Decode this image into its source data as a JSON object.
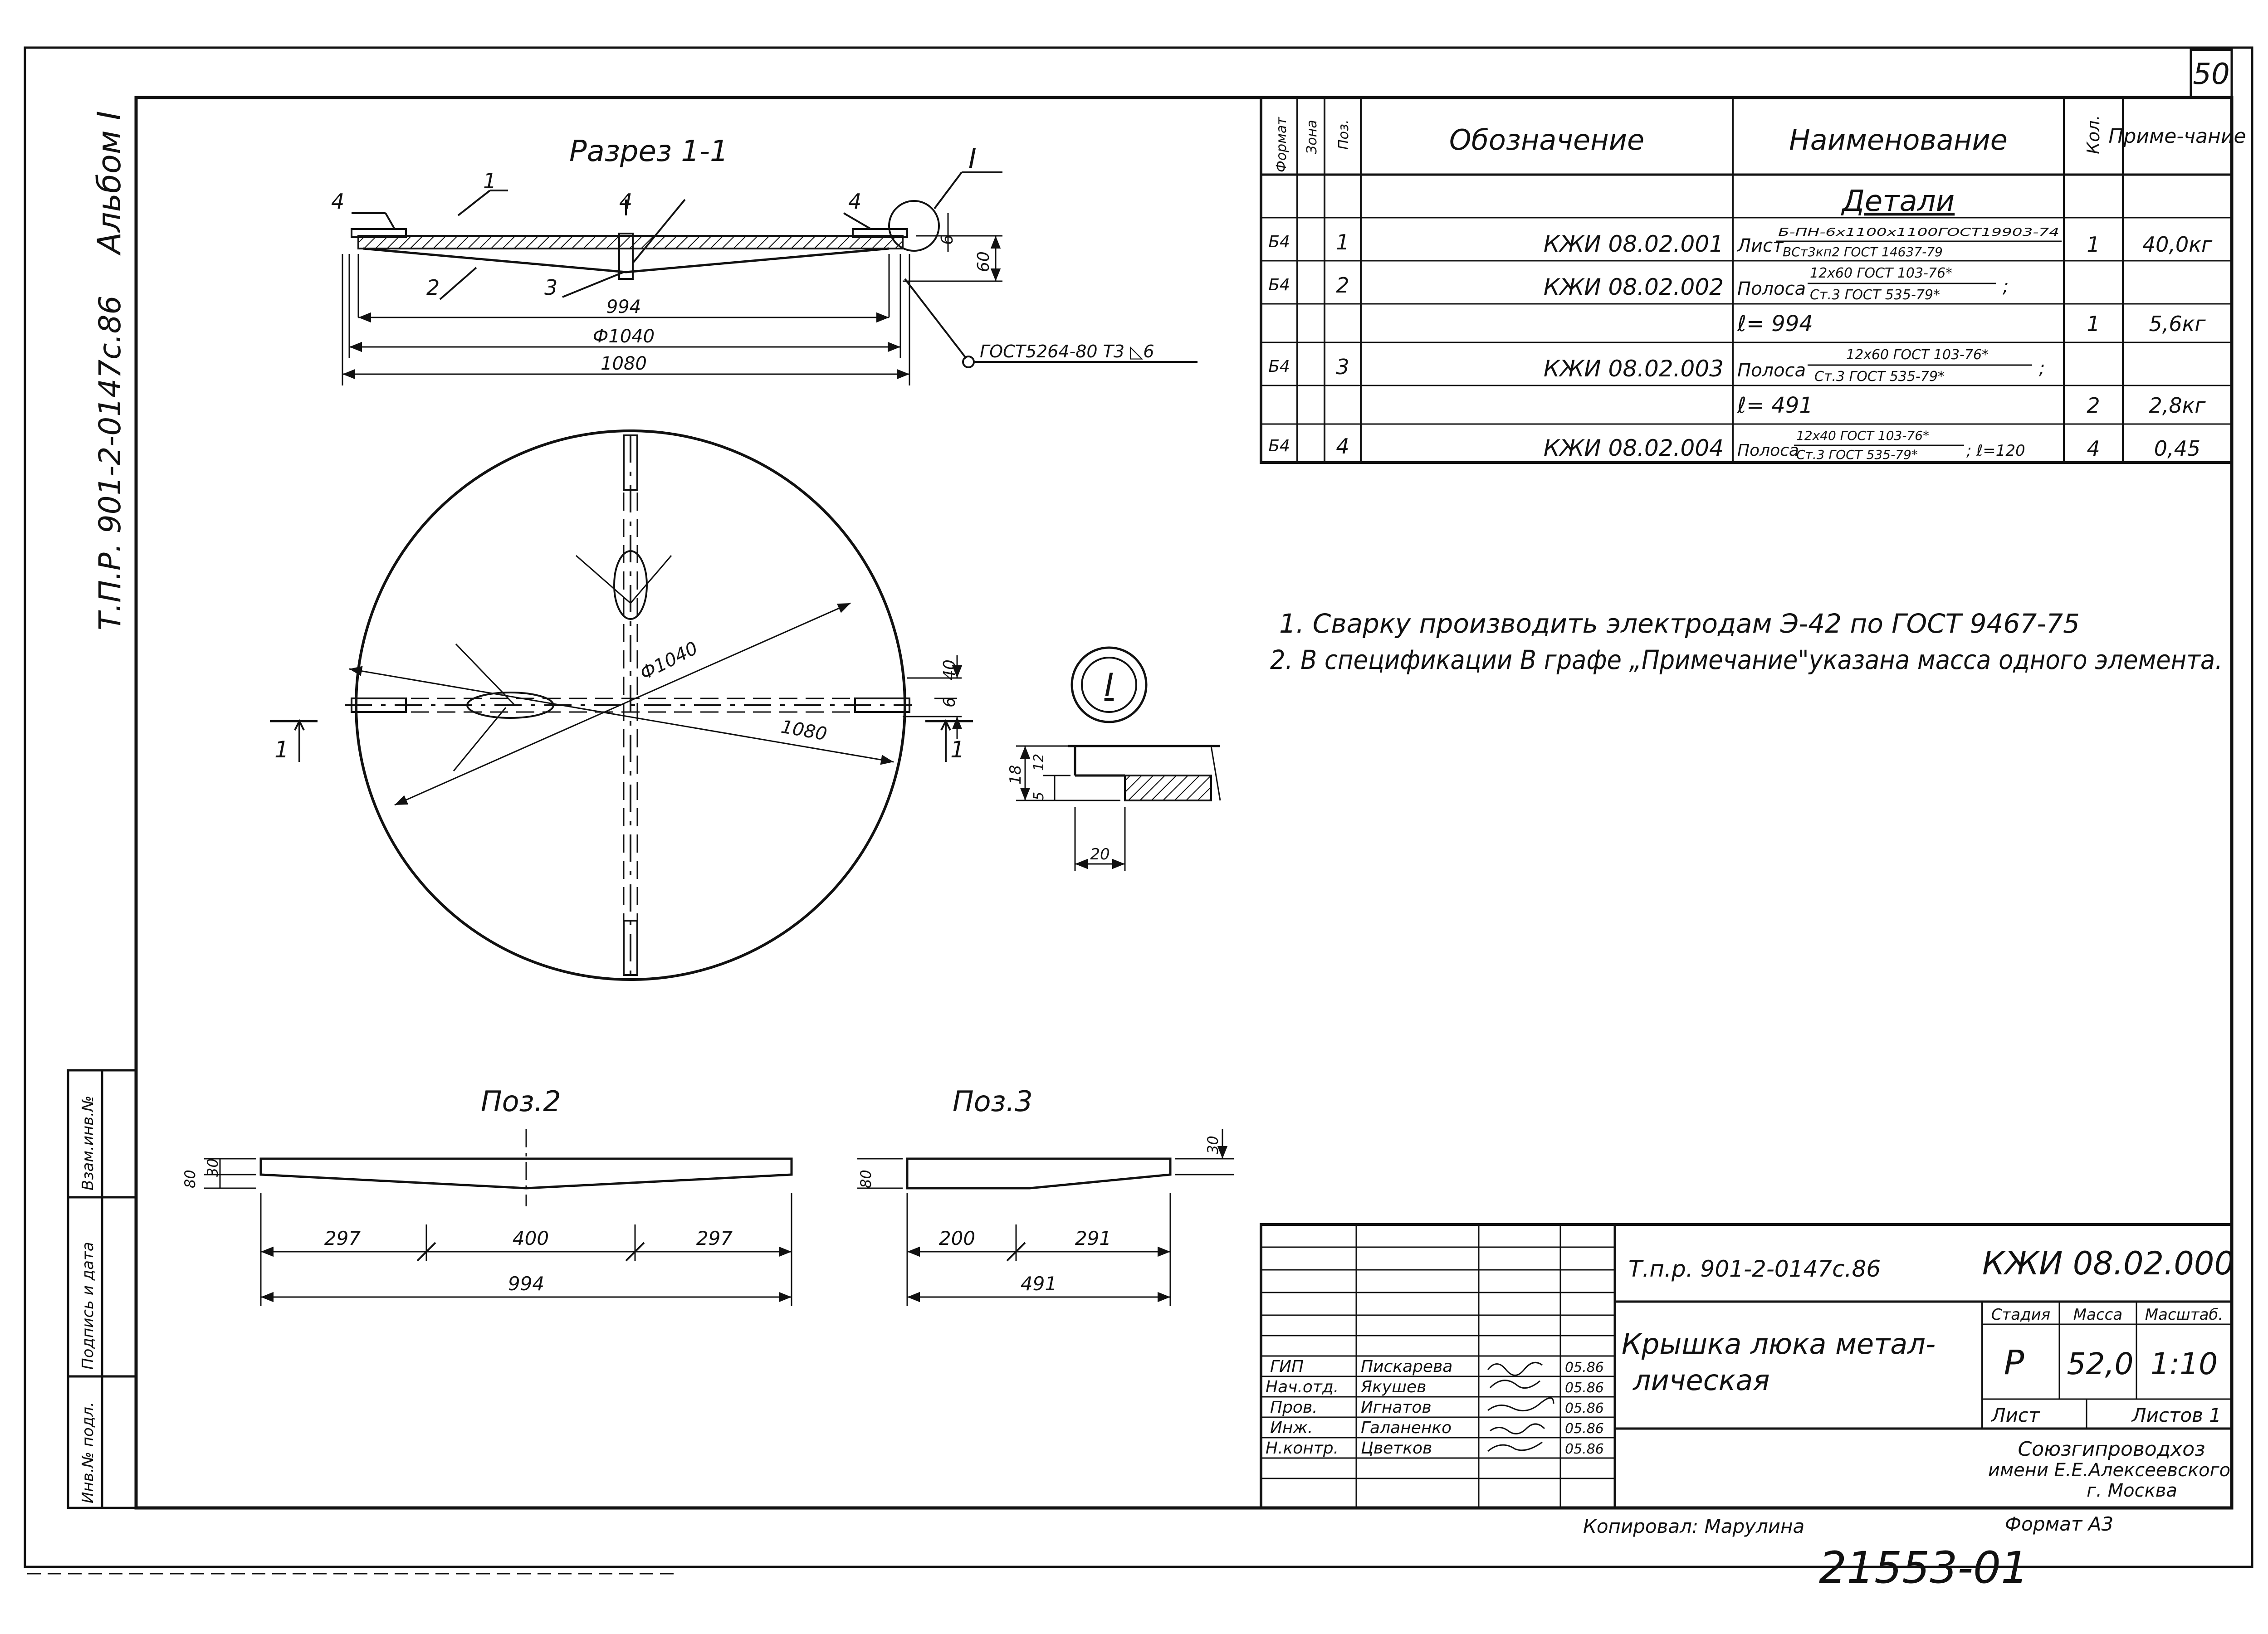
{
  "sheet_number": "50",
  "margin": {
    "album": "Альбом I",
    "project": "Т.П.Р. 901-2-0147с.86",
    "stamp": [
      "Инв.№ подл.",
      "Подпись и дата",
      "Взам.инв.№"
    ]
  },
  "section": {
    "title": "Разрез 1-1",
    "labels": [
      "1",
      "2",
      "3",
      "4"
    ],
    "callout": "I",
    "dims": {
      "inner": "994",
      "dia": "Ф1040",
      "outer": "1080",
      "h60": "60",
      "h6": "6"
    },
    "weld": "ГОСТ5264-80 Т3 ◺6"
  },
  "plan": {
    "dia": "Ф1040",
    "outer": "1080",
    "d40": "40",
    "d6": "6",
    "cut": "1"
  },
  "detail": {
    "title": "I",
    "d18": "18",
    "d5": "5",
    "d12": "12",
    "d20": "20"
  },
  "pos2": {
    "title": "Поз.2",
    "h80": "80",
    "h30": "30",
    "dims": [
      "297",
      "400",
      "297"
    ],
    "total": "994"
  },
  "pos3": {
    "title": "Поз.3",
    "h80": "80",
    "h30": "30",
    "dims": [
      "200",
      "291"
    ],
    "total": "491"
  },
  "spec": {
    "headers": {
      "format": "Формат",
      "zone": "Зона",
      "pos": "Поз.",
      "designation": "Обозначение",
      "name": "Наименование",
      "qty": "Кол.",
      "note": "Приме-чание"
    },
    "section_title": "Детали",
    "rows": [
      {
        "format": "Б4",
        "pos": "1",
        "designation": "КЖИ 08.02.001",
        "prefix": "Лист",
        "top": "Б-ПН-6х1100х1100ГОСТ19903-74",
        "bottom": "ВСт3кп2 ГОСТ 14637-79",
        "qty": "1",
        "note": "40,0кг"
      },
      {
        "format": "Б4",
        "pos": "2",
        "designation": "КЖИ 08.02.002",
        "prefix": "Полоса",
        "top": "12х60 ГОСТ 103-76*",
        "bottom": "Ст.3 ГОСТ 535-79*",
        "qty": "",
        "note": ""
      },
      {
        "format": "",
        "pos": "",
        "designation": "",
        "prefix": "ℓ= 994",
        "top": "",
        "bottom": "",
        "qty": "1",
        "note": "5,6кг"
      },
      {
        "format": "Б4",
        "pos": "3",
        "designation": "КЖИ 08.02.003",
        "prefix": "Полоса",
        "top": "12х60 ГОСТ 103-76*",
        "bottom": "Ст.3 ГОСТ 535-79*",
        "qty": "",
        "note": ""
      },
      {
        "format": "",
        "pos": "",
        "designation": "",
        "prefix": "ℓ= 491",
        "top": "",
        "bottom": "",
        "qty": "2",
        "note": "2,8кг"
      },
      {
        "format": "Б4",
        "pos": "4",
        "designation": "КЖИ 08.02.004",
        "prefix": "Полоса",
        "top": "12х40 ГОСТ 103-76*",
        "bottom": "Ст.3 ГОСТ 535-79*",
        "suffix": "; ℓ=120",
        "qty": "4",
        "note": "0,45"
      }
    ]
  },
  "notes": [
    "1. Сварку производить электродам Э-42 по ГОСТ 9467-75",
    "2. В спецификации В графе „Примечание\"указана масса одного элемента."
  ],
  "title_block": {
    "project": "Т.п.р. 901-2-0147с.86",
    "designation": "КЖИ 08.02.000",
    "title_line1": "Крышка люка метал-",
    "title_line2": "лическая",
    "stage_label": "Стадия",
    "mass_label": "Масса",
    "scale_label": "Масштаб.",
    "stage": "Р",
    "mass": "52,0",
    "scale": "1:10",
    "sheet_label": "Лист",
    "sheets_label": "Листов 1",
    "org": [
      "Союзгипроводхоз",
      "имени Е.Е.Алексеевского",
      "г. Москва"
    ],
    "staff": [
      {
        "role": "ГИП",
        "name": "Пискарева",
        "date": "05.86"
      },
      {
        "role": "Нач.отд.",
        "name": "Якушев",
        "date": "05.86"
      },
      {
        "role": "Пров.",
        "name": "Игнатов",
        "date": "05.86"
      },
      {
        "role": "Инж.",
        "name": "Галаненко",
        "date": "05.86"
      },
      {
        "role": "Н.контр.",
        "name": "Цветков",
        "date": "05.86"
      }
    ]
  },
  "footer": {
    "copied": "Копировал: Марулина",
    "format": "Формат А3",
    "number": "21553-01"
  }
}
